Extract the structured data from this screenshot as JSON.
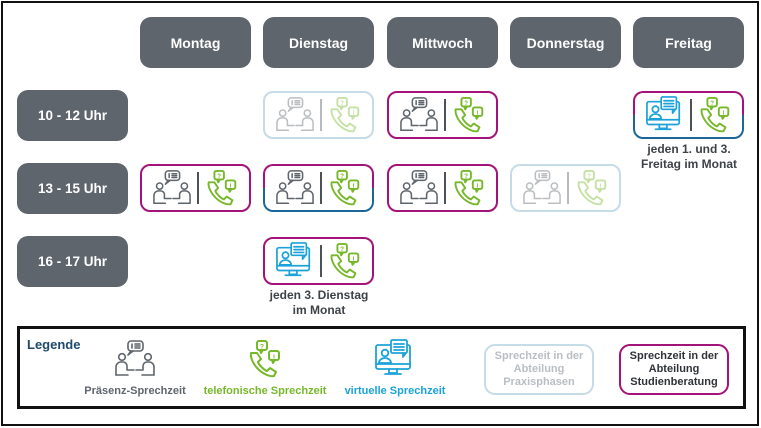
{
  "days": [
    "Montag",
    "Dienstag",
    "Mittwoch",
    "Donnerstag",
    "Freitag"
  ],
  "time_slots": [
    "10 - 12 Uhr",
    "13 - 15 Uhr",
    "16 - 17 Uhr"
  ],
  "colors": {
    "header_bg": "#5e656c",
    "studienberatung": "#a3137a",
    "praxisphasen": "#c6dbe8",
    "praxisphasen_alt": "#1b6799",
    "praesenz": "#5e656c",
    "telefonisch": "#76b82a",
    "virtuell": "#1ba3d9",
    "legend_title": "#1f4a6a"
  },
  "schedule": [
    {
      "day": "Dienstag",
      "slot": "10 - 12 Uhr",
      "modes": [
        "praesenz",
        "telefonisch"
      ],
      "department": "praxisphasen"
    },
    {
      "day": "Mittwoch",
      "slot": "10 - 12 Uhr",
      "modes": [
        "praesenz",
        "telefonisch"
      ],
      "department": "studienberatung"
    },
    {
      "day": "Freitag",
      "slot": "10 - 12 Uhr",
      "modes": [
        "virtuell",
        "telefonisch"
      ],
      "department": "studienberatung+praxisphasen",
      "note": "jeden 1. und 3. Freitag im Monat"
    },
    {
      "day": "Montag",
      "slot": "13 - 15 Uhr",
      "modes": [
        "praesenz",
        "telefonisch"
      ],
      "department": "studienberatung"
    },
    {
      "day": "Dienstag",
      "slot": "13 - 15 Uhr",
      "modes": [
        "praesenz",
        "telefonisch"
      ],
      "department": "studienberatung+praxisphasen"
    },
    {
      "day": "Mittwoch",
      "slot": "13 - 15 Uhr",
      "modes": [
        "praesenz",
        "telefonisch"
      ],
      "department": "studienberatung"
    },
    {
      "day": "Donnerstag",
      "slot": "13 - 15 Uhr",
      "modes": [
        "praesenz",
        "telefonisch"
      ],
      "department": "praxisphasen"
    },
    {
      "day": "Dienstag",
      "slot": "16 - 17 Uhr",
      "modes": [
        "virtuell",
        "telefonisch"
      ],
      "department": "studienberatung",
      "note": "jeden 3. Dienstag im Monat"
    }
  ],
  "notes": {
    "freitag_line1": "jeden 1. und 3.",
    "freitag_line2": "Freitag im Monat",
    "dienstag_line1": "jeden 3. Dienstag",
    "dienstag_line2": "im Monat"
  },
  "legend": {
    "title": "Legende",
    "praesenz": "Präsenz-Sprechzeit",
    "telefonisch": "telefonische Sprechzeit",
    "virtuell": "virtuelle Sprechzeit",
    "praxisphasen": "Sprechzeit in der Abteilung Praxisphasen",
    "studienberatung": "Sprechzeit in der Abteilung Studienberatung"
  }
}
